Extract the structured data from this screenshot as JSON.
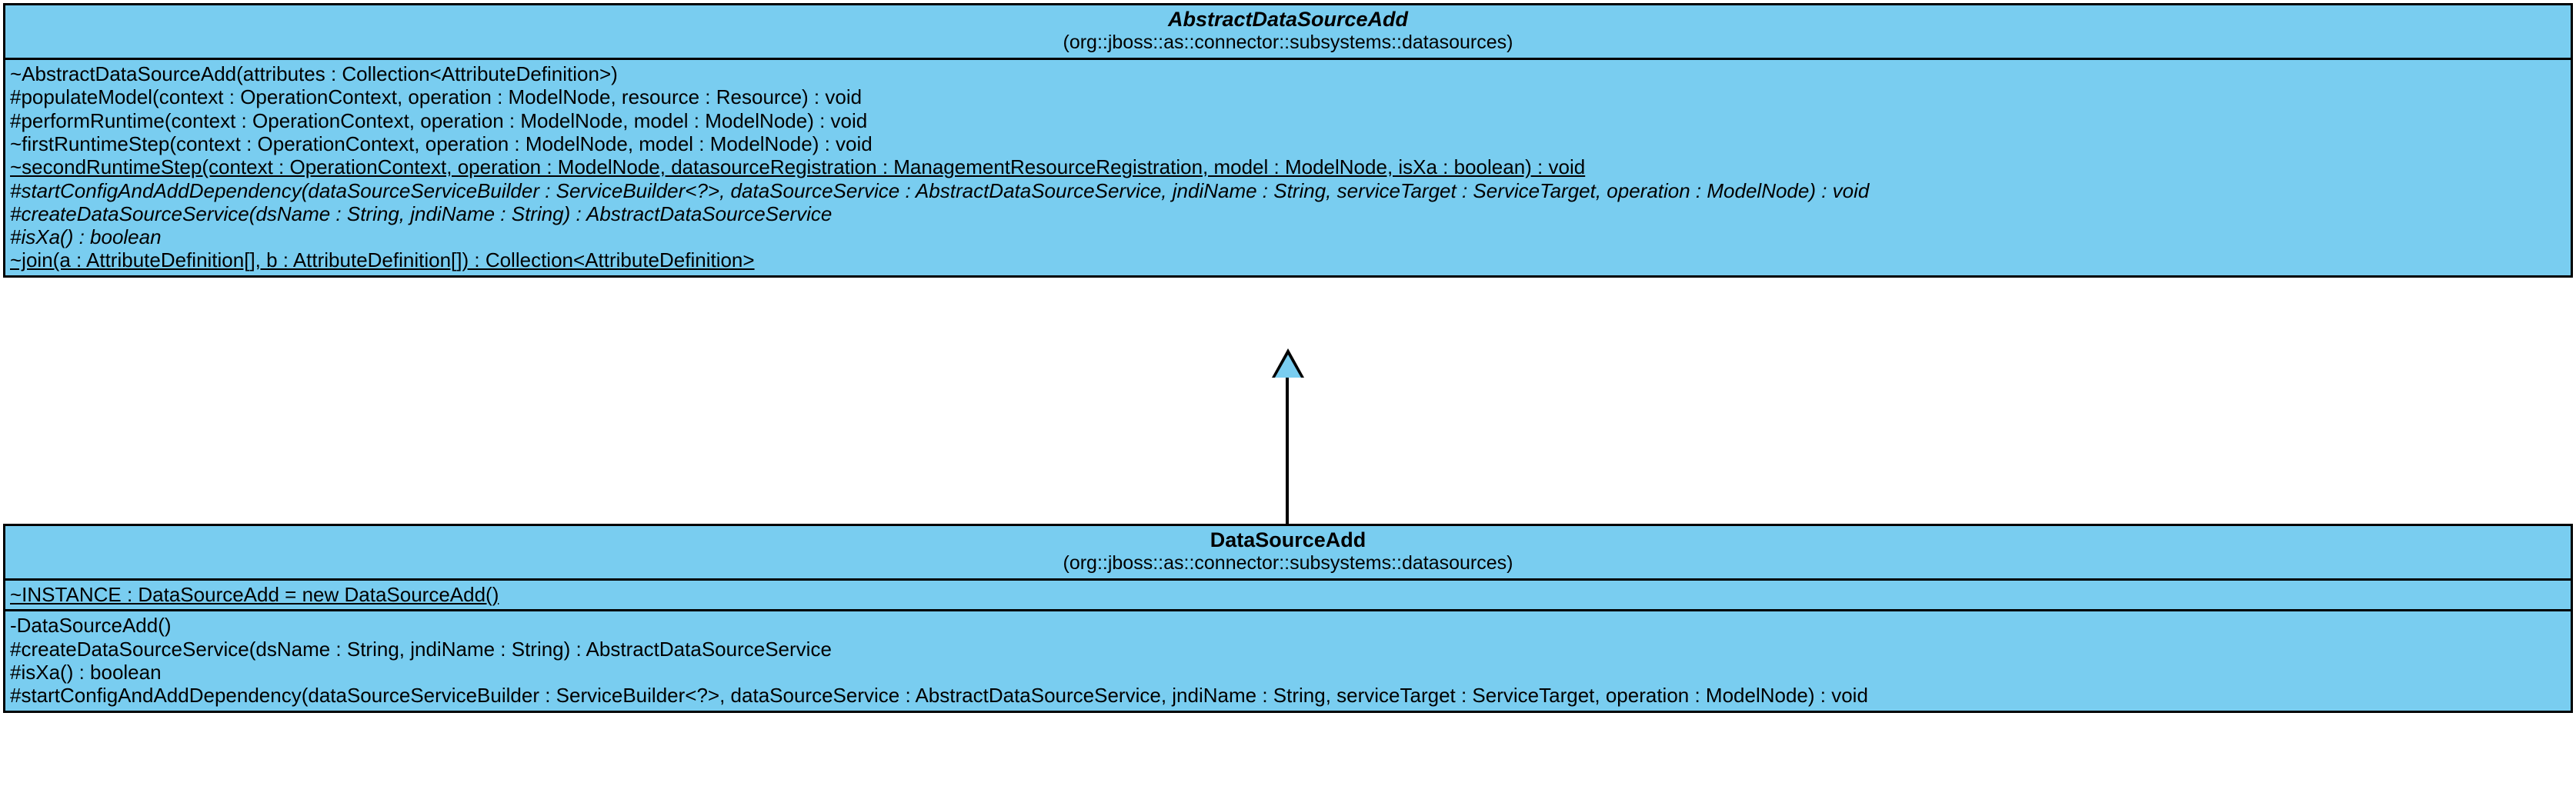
{
  "diagram": {
    "kind": "uml-class-diagram",
    "background_color": "#ffffff",
    "class_fill_color": "#79cdf0",
    "border_color": "#000000",
    "relationship": {
      "type": "generalization",
      "from": "DataSourceAdd",
      "to": "AbstractDataSourceAdd",
      "arrow": "hollow-triangle"
    }
  },
  "classes": [
    {
      "name": "AbstractDataSourceAdd",
      "package": "(org::jboss::as::connector::subsystems::datasources)",
      "is_abstract": true,
      "attributes": [],
      "operations": [
        {
          "text": "~AbstractDataSourceAdd(attributes : Collection<AttributeDefinition>)",
          "italic": false,
          "static": false
        },
        {
          "text": "#populateModel(context : OperationContext, operation : ModelNode, resource : Resource) : void",
          "italic": false,
          "static": false
        },
        {
          "text": "#performRuntime(context : OperationContext, operation : ModelNode, model : ModelNode) : void",
          "italic": false,
          "static": false
        },
        {
          "text": "~firstRuntimeStep(context : OperationContext, operation : ModelNode, model : ModelNode) : void",
          "italic": false,
          "static": false
        },
        {
          "text": "~secondRuntimeStep(context : OperationContext, operation : ModelNode, datasourceRegistration : ManagementResourceRegistration, model : ModelNode, isXa : boolean) : void",
          "italic": false,
          "static": true
        },
        {
          "text": "#startConfigAndAddDependency(dataSourceServiceBuilder : ServiceBuilder<?>, dataSourceService : AbstractDataSourceService, jndiName : String, serviceTarget : ServiceTarget, operation : ModelNode) : void",
          "italic": true,
          "static": false
        },
        {
          "text": "#createDataSourceService(dsName : String, jndiName : String) : AbstractDataSourceService",
          "italic": true,
          "static": false
        },
        {
          "text": "#isXa() : boolean",
          "italic": true,
          "static": false
        },
        {
          "text": "~join(a : AttributeDefinition[], b : AttributeDefinition[]) : Collection<AttributeDefinition>",
          "italic": false,
          "static": true
        }
      ]
    },
    {
      "name": "DataSourceAdd",
      "package": "(org::jboss::as::connector::subsystems::datasources)",
      "is_abstract": false,
      "attributes": [
        {
          "text": "~INSTANCE : DataSourceAdd = new DataSourceAdd()",
          "italic": false,
          "static": true
        }
      ],
      "operations": [
        {
          "text": "-DataSourceAdd()",
          "italic": false,
          "static": false
        },
        {
          "text": "#createDataSourceService(dsName : String, jndiName : String) : AbstractDataSourceService",
          "italic": false,
          "static": false
        },
        {
          "text": "#isXa() : boolean",
          "italic": false,
          "static": false
        },
        {
          "text": "#startConfigAndAddDependency(dataSourceServiceBuilder : ServiceBuilder<?>, dataSourceService : AbstractDataSourceService, jndiName : String, serviceTarget : ServiceTarget, operation : ModelNode) : void",
          "italic": false,
          "static": false
        }
      ]
    }
  ]
}
